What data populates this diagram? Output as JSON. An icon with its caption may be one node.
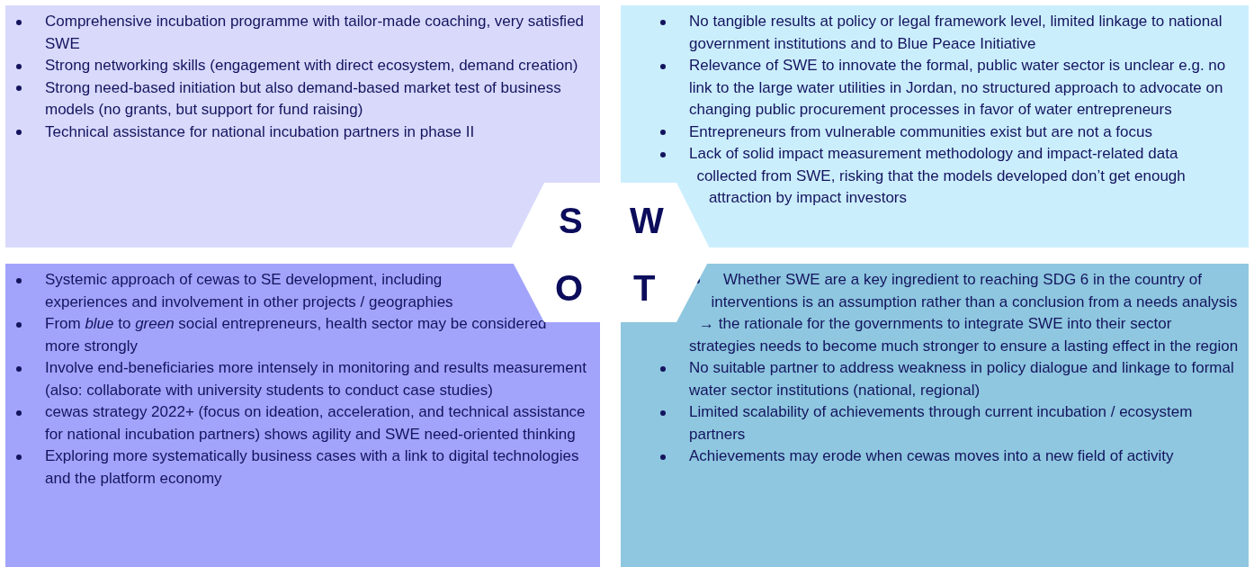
{
  "diagram": {
    "nodes": [
      {
        "text": [
          "Comprehensive incubation programme with tailor-made coaching, very satisfied SWE",
          "Strong networking skills (engagement with direct ecosystem, demand creation)",
          "Strong need-based initiation but also demand-based market test of business models (no grants, but support for fund raising)",
          "Technical assistance for national incubation partners in phase II"
        ]
      },
      {
        "text": [
          "No tangible results at policy or legal framework level, limited linkage to national government institutions and to Blue Peace Initiative",
          "Relevance of SWE to innovate the formal, public water sector is unclear e.g. no link to the large water utilities in Jordan, no structured approach to advocate on changing public procurement processes in favor of water entrepreneurs",
          "Entrepreneurs from vulnerable communities exist but are not a focus",
          "Lack of solid impact measurement methodology and impact-related data collected from SWE, risking that the models developed don’t get enough attraction by impact investors"
        ]
      },
      {
        "text": [
          "Systemic approach of cewas to SE development, including experiences and involvement in other projects / geographies",
          "From *blue* to *green* social entrepreneurs, health sector may be considered more strongly",
          "Involve end-beneficiaries more intensely in monitoring and results measurement (also: collaborate with university students to conduct case studies)",
          "cewas strategy 2022+ (focus on ideation, acceleration, and technical assistance for national incubation partners) shows agility and SWE need-oriented thinking",
          "Exploring more systematically business cases with a link to digital technologies and the platform economy"
        ]
      },
      {
        "text": [
          "Whether SWE are a key ingredient to reaching SDG 6 in the country of interventions is an assumption rather than a conclusion from a needs analysis → the rationale for the governments to integrate SWE into their sector strategies needs to become much stronger to ensure a lasting effect in the region",
          "No suitable partner to address weakness in policy dialogue and linkage to formal water sector institutions (national, regional)",
          "Limited scalability of achievements through current incubation / ecosystem partners",
          "Achievements may erode when cewas moves into a new field of activity"
        ]
      },
      {
        "text": [
          "S"
        ]
      },
      {
        "text": [
          "W"
        ]
      },
      {
        "text": [
          "O"
        ]
      },
      {
        "text": [
          "T"
        ]
      }
    ]
  }
}
